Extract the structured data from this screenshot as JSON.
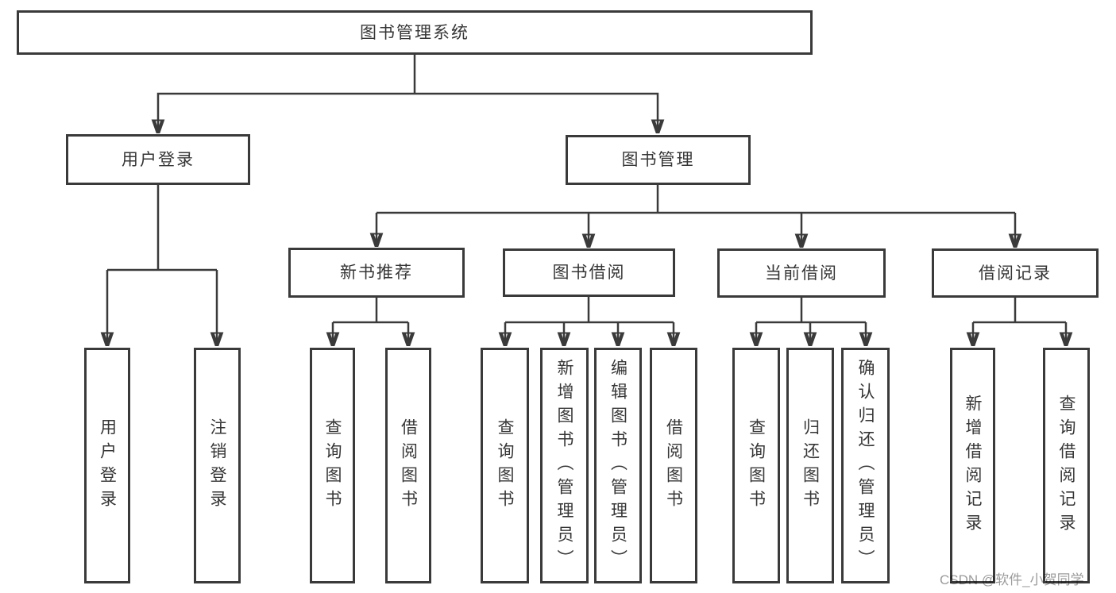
{
  "colors": {
    "line": "#3a3a3a",
    "text": "#363636",
    "watermark": "#9b9b9b",
    "background": "#ffffff"
  },
  "tree": {
    "label": "图书管理系统",
    "children": [
      {
        "label": "用户登录",
        "children": [
          {
            "label": "用户登录"
          },
          {
            "label": "注销登录"
          }
        ]
      },
      {
        "label": "图书管理",
        "children": [
          {
            "label": "新书推荐",
            "children": [
              {
                "label": "查询图书"
              },
              {
                "label": "借阅图书"
              }
            ]
          },
          {
            "label": "图书借阅",
            "children": [
              {
                "label": "查询图书"
              },
              {
                "label": "新增图书（管理员）"
              },
              {
                "label": "编辑图书（管理员）"
              },
              {
                "label": "借阅图书"
              }
            ]
          },
          {
            "label": "当前借阅",
            "children": [
              {
                "label": "查询图书"
              },
              {
                "label": "归还图书"
              },
              {
                "label": "确认归还（管理员）"
              }
            ]
          },
          {
            "label": "借阅记录",
            "children": [
              {
                "label": "新增借阅记录"
              },
              {
                "label": "查询借阅记录"
              }
            ]
          }
        ]
      }
    ]
  },
  "watermark": {
    "text": "CSDN @软件_小贺同学"
  }
}
